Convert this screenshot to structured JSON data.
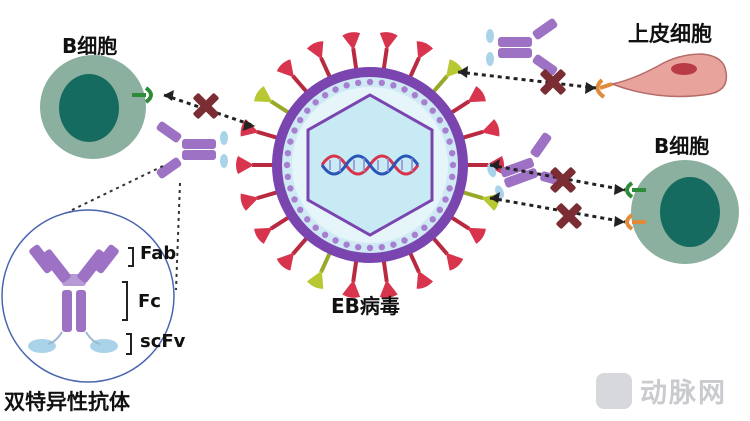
{
  "labels": {
    "b_cell_left": "B细胞",
    "epithelial_cell": "上皮细胞",
    "b_cell_right": "B细胞",
    "virus": "EB病毒",
    "bispecific_antibody": "双特异性抗体",
    "fab": "Fab",
    "fc": "Fc",
    "scfv": "scFv"
  },
  "watermark": {
    "text": "动脉网"
  },
  "colors": {
    "b_cell_outer": "#8cb09f",
    "b_cell_nucleus": "#166b60",
    "epithelial_cell": "#e8a39c",
    "epithelial_nucleus": "#b83b45",
    "virus_envelope": "#7b45b0",
    "virus_inner": "#c8eaf4",
    "spike_red": "#d8344e",
    "spike_olive": "#b8c832",
    "antibody_purple": "#9d72c4",
    "scfv_blue": "#a9d3e8",
    "block_x": "#7a2e33",
    "receptor_green": "#2e8b3a",
    "receptor_orange": "#e08a3a"
  }
}
